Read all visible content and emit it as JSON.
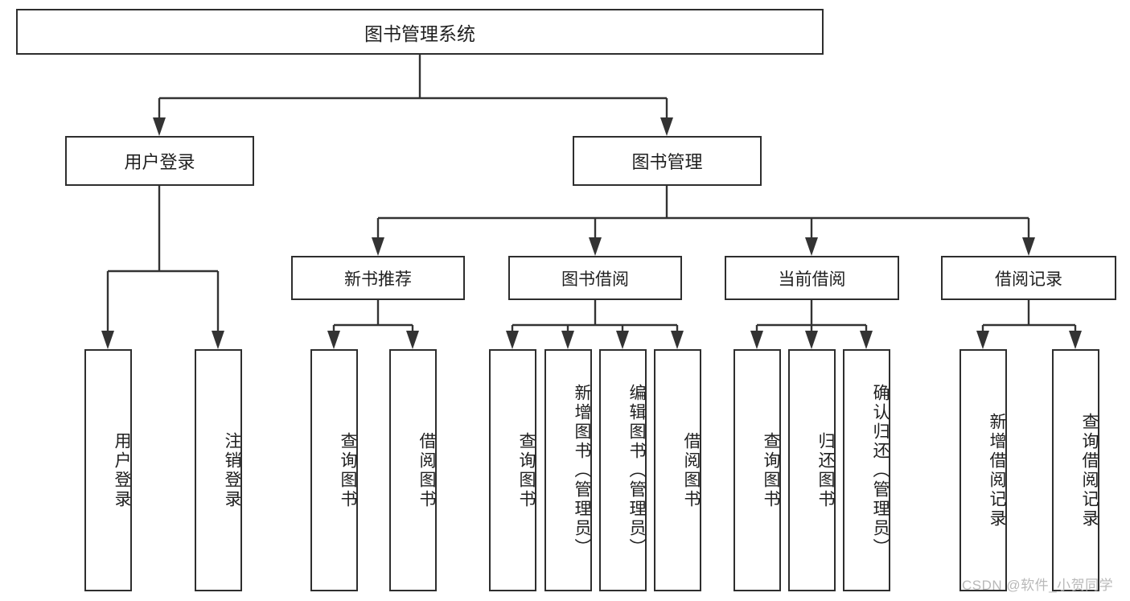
{
  "diagram": {
    "title": "图书管理系统",
    "type": "tree-hierarchy-chart",
    "root": {
      "label": "图书管理系统"
    },
    "level2": [
      {
        "label": "用户登录"
      },
      {
        "label": "图书管理"
      }
    ],
    "level3": [
      {
        "label": "新书推荐"
      },
      {
        "label": "图书借阅"
      },
      {
        "label": "当前借阅"
      },
      {
        "label": "借阅记录"
      }
    ],
    "leaves": {
      "user_login": [
        {
          "label": "用户登录"
        },
        {
          "label": "注销登录"
        }
      ],
      "new_book_recommend": [
        {
          "label": "查询图书"
        },
        {
          "label": "借阅图书"
        }
      ],
      "book_borrow": [
        {
          "label": "查询图书"
        },
        {
          "label": "新增图书（管理员）"
        },
        {
          "label": "编辑图书（管理员）"
        },
        {
          "label": "借阅图书"
        }
      ],
      "current_borrow": [
        {
          "label": "查询图书"
        },
        {
          "label": "归还图书"
        },
        {
          "label": "确认归还（管理员）"
        }
      ],
      "borrow_record": [
        {
          "label": "新增借阅记录"
        },
        {
          "label": "查询借阅记录"
        }
      ]
    }
  },
  "watermark": {
    "text": "CSDN @软件_小贺同学"
  },
  "colors": {
    "box_border": "#2e2e2e",
    "connector": "#333333",
    "background": "#ffffff",
    "text": "#1f1f1f",
    "watermark": "#b9b9b9"
  }
}
